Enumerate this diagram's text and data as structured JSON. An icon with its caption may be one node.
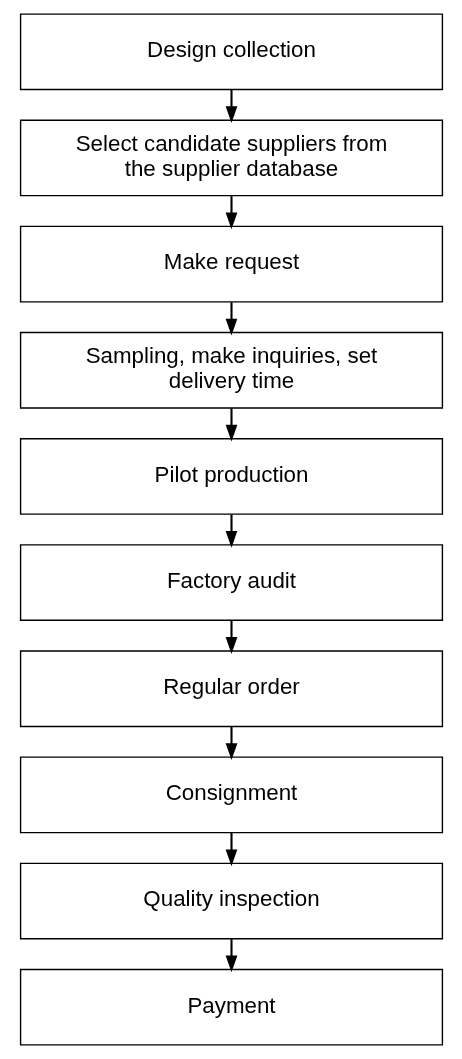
{
  "diagram": {
    "nodes": [
      {
        "text": [
          "Design collection"
        ]
      },
      {
        "text": [
          "Select candidate suppliers from the supplier database"
        ]
      },
      {
        "text": [
          "Make request"
        ]
      },
      {
        "text": [
          "Sampling, make inquiries, set delivery time"
        ]
      },
      {
        "text": [
          "Pilot production"
        ]
      },
      {
        "text": [
          "Factory audit"
        ]
      },
      {
        "text": [
          "Regular order"
        ]
      },
      {
        "text": [
          "Consignment"
        ]
      },
      {
        "text": [
          "Quality inspection"
        ]
      },
      {
        "text": [
          "Payment"
        ]
      }
    ],
    "edges": [
      {
        "from": 0,
        "to": 1,
        "arrow": "to"
      },
      {
        "from": 1,
        "to": 2,
        "arrow": "to"
      },
      {
        "from": 2,
        "to": 3,
        "arrow": "to"
      },
      {
        "from": 3,
        "to": 4,
        "arrow": "to"
      },
      {
        "from": 4,
        "to": 5,
        "arrow": "to"
      },
      {
        "from": 5,
        "to": 6,
        "arrow": "to"
      },
      {
        "from": 6,
        "to": 7,
        "arrow": "to"
      },
      {
        "from": 7,
        "to": 8,
        "arrow": "to"
      },
      {
        "from": 8,
        "to": 9,
        "arrow": "to"
      }
    ]
  }
}
